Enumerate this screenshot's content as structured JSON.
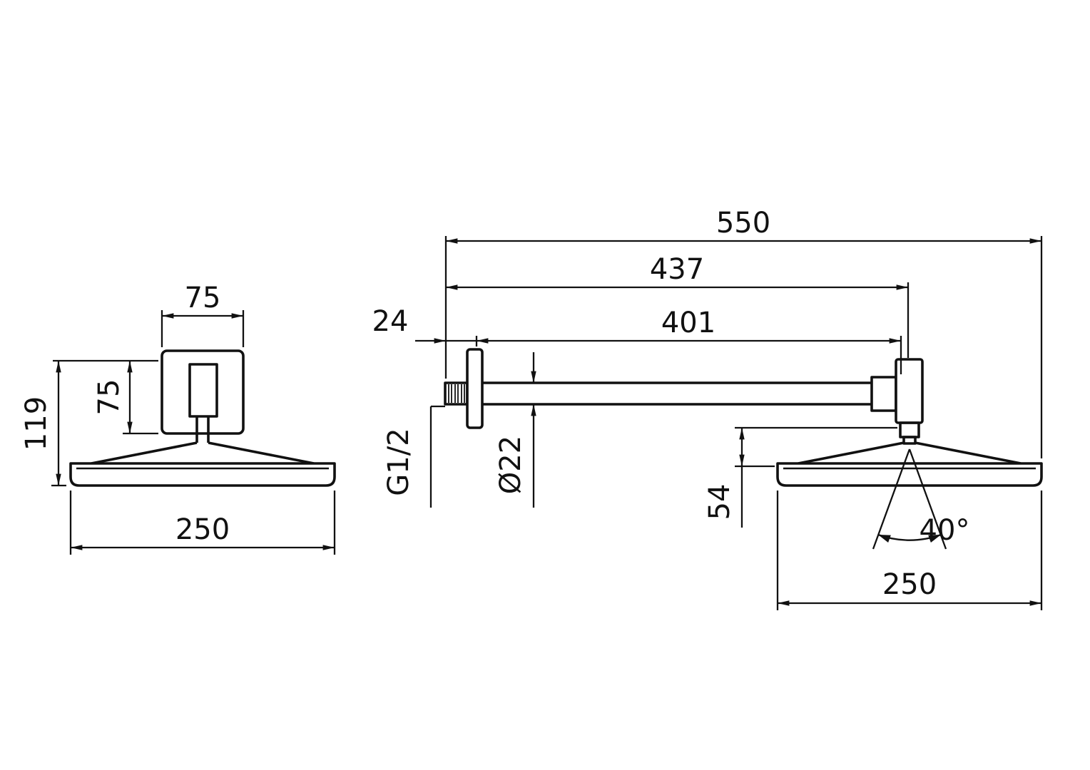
{
  "colors": {
    "line": "#111111",
    "background": "#ffffff"
  },
  "front_view": {
    "mount_width": "75",
    "mount_height": "75",
    "overall_height": "119",
    "head_width": "250"
  },
  "side_view": {
    "overall_length": "550",
    "length_to_axis": "437",
    "arm_length": "401",
    "wall_offset": "24",
    "thread": "G1/2",
    "tube_diameter": "Ø22",
    "head_drop": "54",
    "spray_angle": "40°",
    "head_width": "250"
  }
}
